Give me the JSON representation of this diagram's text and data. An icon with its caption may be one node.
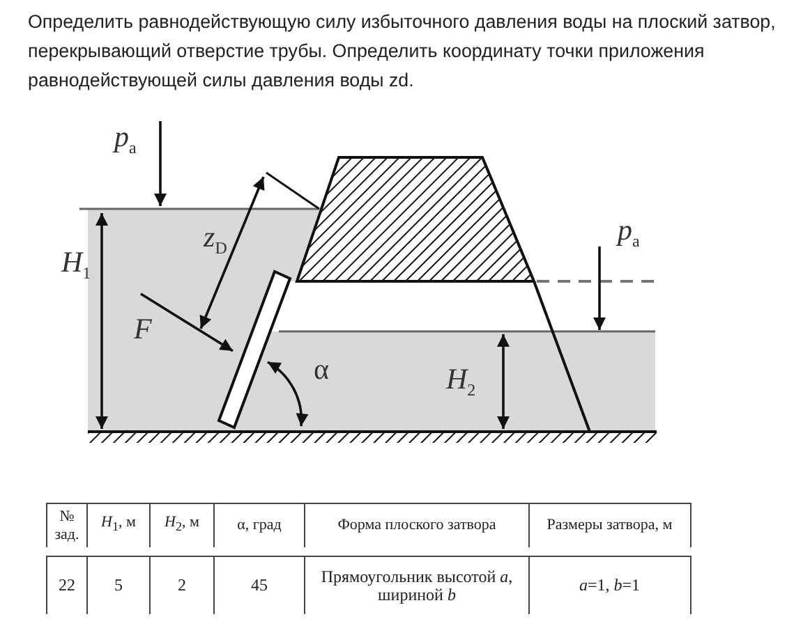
{
  "diagram": {
    "title": "Определить равнодействующую силу избыточного давления воды на плоский затвор, перекрывающий отверстие трубы. Определить координату точки приложения равнодействующей силы давления воды zd.",
    "labels": [
      "*p*$_{a}$",
      "*z*$_{D}$",
      "*H*$_{1}$",
      "*F*",
      "α",
      "*H*$_{2}$",
      "*p*$_{a}$",
      "№ зад.",
      "*H*$_{1}$, м",
      "*H*$_{2}$, м",
      "α, град",
      "Форма плоского затвора",
      "Размеры затвора, м",
      "22",
      "5",
      "2",
      "45",
      "Прямоугольник высотой *a*, шириной *b*",
      "*a*=1, *b*=1"
    ]
  }
}
